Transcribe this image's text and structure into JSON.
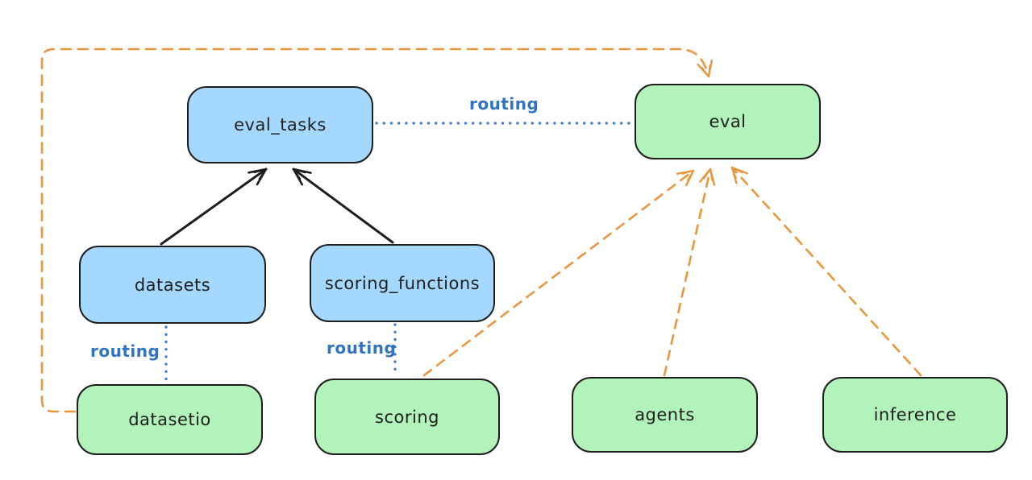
{
  "diagram": {
    "background": "#ffffff",
    "colors": {
      "blue_node_fill": "#a5d8ff",
      "green_node_fill": "#b2f2bb",
      "node_border": "#1e1e1e",
      "routing_line": "#3b79cc",
      "routing_label_text": "#2f74c4",
      "orange_dashed_line": "#e8973f",
      "black_arrow": "#1e1e1e"
    },
    "nodes": {
      "eval_tasks": {
        "label": "eval_tasks"
      },
      "datasets": {
        "label": "datasets"
      },
      "scoring_functions": {
        "label": "scoring_functions"
      },
      "eval": {
        "label": "eval"
      },
      "datasetio": {
        "label": "datasetio"
      },
      "scoring": {
        "label": "scoring"
      },
      "agents": {
        "label": "agents"
      },
      "inference": {
        "label": "inference"
      }
    },
    "edges": [
      {
        "from": "datasets",
        "to": "eval_tasks",
        "style": "solid-black-arrow"
      },
      {
        "from": "scoring_functions",
        "to": "eval_tasks",
        "style": "solid-black-arrow"
      },
      {
        "from": "eval_tasks",
        "to": "eval",
        "style": "dotted-blue",
        "label": "routing"
      },
      {
        "from": "datasets",
        "to": "datasetio",
        "style": "dotted-blue",
        "label": "routing"
      },
      {
        "from": "scoring_functions",
        "to": "scoring",
        "style": "dotted-blue",
        "label": "routing"
      },
      {
        "from": "datasetio",
        "to": "eval",
        "style": "dashed-orange-arrow"
      },
      {
        "from": "scoring",
        "to": "eval",
        "style": "dashed-orange-arrow"
      },
      {
        "from": "agents",
        "to": "eval",
        "style": "dashed-orange-arrow"
      },
      {
        "from": "inference",
        "to": "eval",
        "style": "dashed-orange-arrow"
      }
    ]
  }
}
